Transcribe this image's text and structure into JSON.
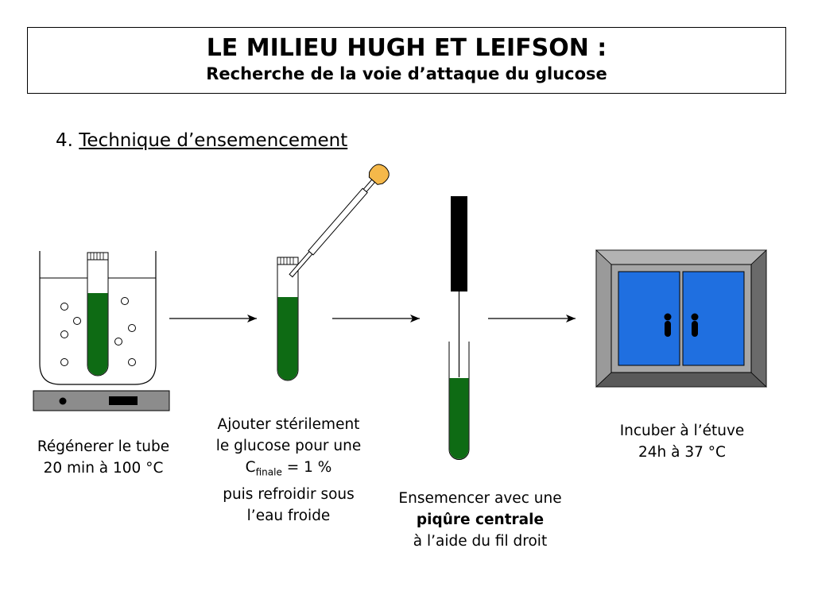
{
  "title": {
    "main": "LE MILIEU HUGH ET LEIFSON :",
    "subtitle": "Recherche de la voie d’attaque du glucose"
  },
  "section": {
    "number": "4.",
    "heading": "Technique d’ensemencement"
  },
  "steps": [
    {
      "line1": "Régénerer le tube",
      "line2": "20 min à 100 °C"
    },
    {
      "line1": "Ajouter stérilement",
      "line2": "le glucose pour une",
      "c_symbol": "C",
      "c_sub": "finale",
      "c_value": " = 1 %",
      "line4": "puis refroidir sous",
      "line5": "l’eau froide"
    },
    {
      "line1": "Ensemencer avec une",
      "line2_bold": "piqûre centrale",
      "line3": "à l’aide du fil droit"
    },
    {
      "line1": "Incuber à l’étuve",
      "line2": "24h à 37 °C"
    }
  ],
  "colors": {
    "medium_green": "#0e6b14",
    "incubator_frame": "#7f7f7f",
    "incubator_inner": "#a6a6a6",
    "door_blue": "#1f6fe0",
    "pipette_bulb": "#f5b84a",
    "hotplate": "#8c8c8c"
  }
}
